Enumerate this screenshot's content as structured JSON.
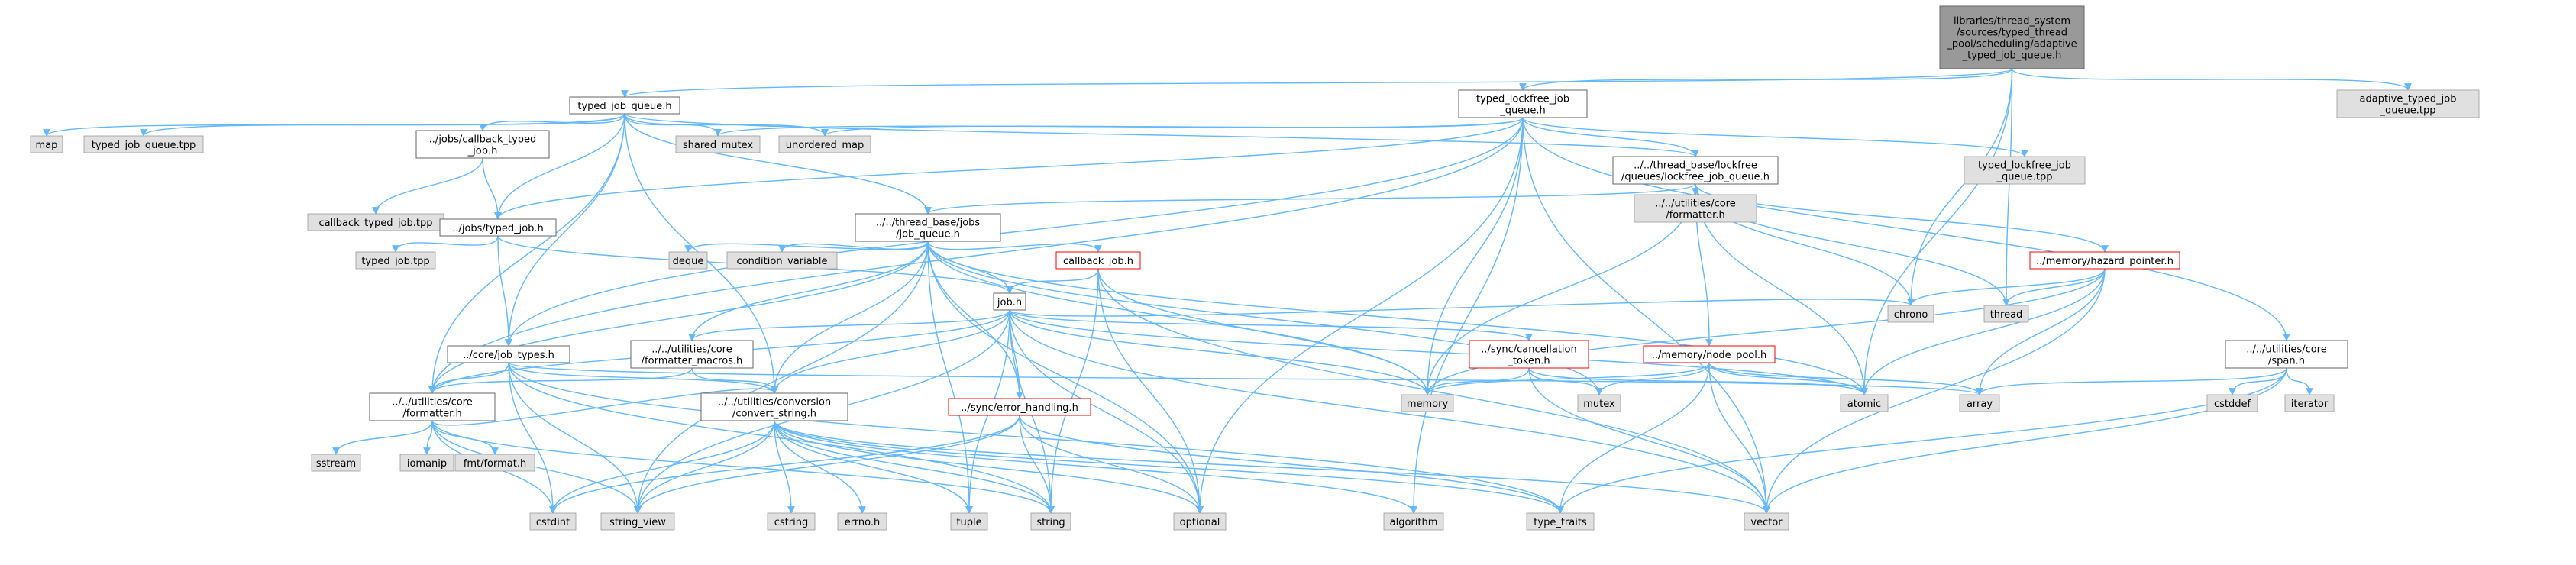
{
  "colors": {
    "root_fill": "#999999",
    "root_stroke": "#666666",
    "local_fill": "#ffffff",
    "local_stroke": "#666666",
    "external_fill": "#e0e0e0",
    "external_stroke": "#999999",
    "highlight_stroke": "#ff0000",
    "edge": "#63b8ff"
  },
  "nodes": {
    "root": {
      "kind": "root",
      "lines": [
        "libraries/thread_system",
        "/sources/typed_thread",
        "_pool/scheduling/adaptive",
        "_typed_job_queue.h"
      ]
    },
    "typed_job_queue_h": {
      "kind": "local",
      "lines": [
        "typed_job_queue.h"
      ]
    },
    "typed_lockfree_job_queue_h": {
      "kind": "local",
      "lines": [
        "typed_lockfree_job",
        "_queue.h"
      ]
    },
    "adaptive_tpp": {
      "kind": "external",
      "lines": [
        "adaptive_typed_job",
        "_queue.tpp"
      ]
    },
    "map": {
      "kind": "external",
      "lines": [
        "map"
      ]
    },
    "typed_job_queue_tpp": {
      "kind": "external",
      "lines": [
        "typed_job_queue.tpp"
      ]
    },
    "callback_typed_job_h": {
      "kind": "local",
      "lines": [
        "../jobs/callback_typed",
        "_job.h"
      ]
    },
    "shared_mutex": {
      "kind": "external",
      "lines": [
        "shared_mutex"
      ]
    },
    "unordered_map": {
      "kind": "external",
      "lines": [
        "unordered_map"
      ]
    },
    "lockfree_job_queue_h": {
      "kind": "local",
      "lines": [
        "../../thread_base/lockfree",
        "/queues/lockfree_job_queue.h"
      ]
    },
    "typed_lockfree_tpp": {
      "kind": "external",
      "lines": [
        "typed_lockfree_job",
        "_queue.tpp"
      ]
    },
    "callback_typed_job_tpp": {
      "kind": "external",
      "lines": [
        "callback_typed_job.tpp"
      ]
    },
    "typed_job_h": {
      "kind": "local",
      "lines": [
        "../jobs/typed_job.h"
      ]
    },
    "job_queue_h": {
      "kind": "local",
      "lines": [
        "../../thread_base/jobs",
        "/job_queue.h"
      ]
    },
    "utilities_core_formatter_ext": {
      "kind": "external",
      "lines": [
        "../../utilities/core",
        "/formatter.h"
      ]
    },
    "typed_job_tpp": {
      "kind": "external",
      "lines": [
        "typed_job.tpp"
      ]
    },
    "deque": {
      "kind": "external",
      "lines": [
        "deque"
      ]
    },
    "condition_variable": {
      "kind": "external",
      "lines": [
        "condition_variable"
      ]
    },
    "callback_job_h": {
      "kind": "highlight",
      "lines": [
        "callback_job.h"
      ]
    },
    "hazard_pointer_h": {
      "kind": "highlight",
      "lines": [
        "../memory/hazard_pointer.h"
      ]
    },
    "job_h": {
      "kind": "local",
      "lines": [
        "job.h"
      ]
    },
    "chrono": {
      "kind": "external",
      "lines": [
        "chrono"
      ]
    },
    "thread": {
      "kind": "external",
      "lines": [
        "thread"
      ]
    },
    "job_types_h": {
      "kind": "local",
      "lines": [
        "../core/job_types.h"
      ]
    },
    "formatter_macros_h": {
      "kind": "local",
      "lines": [
        "../../utilities/core",
        "/formatter_macros.h"
      ]
    },
    "cancellation_token_h": {
      "kind": "highlight",
      "lines": [
        "../sync/cancellation",
        "_token.h"
      ]
    },
    "node_pool_h": {
      "kind": "highlight",
      "lines": [
        "../memory/node_pool.h"
      ]
    },
    "span_h": {
      "kind": "local",
      "lines": [
        "../../utilities/core",
        "/span.h"
      ]
    },
    "memory": {
      "kind": "external",
      "lines": [
        "memory"
      ]
    },
    "mutex": {
      "kind": "external",
      "lines": [
        "mutex"
      ]
    },
    "atomic": {
      "kind": "external",
      "lines": [
        "atomic"
      ]
    },
    "array": {
      "kind": "external",
      "lines": [
        "array"
      ]
    },
    "cstddef": {
      "kind": "external",
      "lines": [
        "cstddef"
      ]
    },
    "iterator": {
      "kind": "external",
      "lines": [
        "iterator"
      ]
    },
    "formatter_h": {
      "kind": "local",
      "lines": [
        "../../utilities/core",
        "/formatter.h"
      ]
    },
    "convert_string_h": {
      "kind": "local",
      "lines": [
        "../../utilities/conversion",
        "/convert_string.h"
      ]
    },
    "error_handling_h": {
      "kind": "highlight",
      "lines": [
        "../sync/error_handling.h"
      ]
    },
    "sstream": {
      "kind": "external",
      "lines": [
        "sstream"
      ]
    },
    "iomanip": {
      "kind": "external",
      "lines": [
        "iomanip"
      ]
    },
    "fmt_format_h": {
      "kind": "external",
      "lines": [
        "fmt/format.h"
      ]
    },
    "cstdint": {
      "kind": "external",
      "lines": [
        "cstdint"
      ]
    },
    "string_view": {
      "kind": "external",
      "lines": [
        "string_view"
      ]
    },
    "cstring": {
      "kind": "external",
      "lines": [
        "cstring"
      ]
    },
    "errno_h": {
      "kind": "external",
      "lines": [
        "errno.h"
      ]
    },
    "tuple": {
      "kind": "external",
      "lines": [
        "tuple"
      ]
    },
    "string": {
      "kind": "external",
      "lines": [
        "string"
      ]
    },
    "optional": {
      "kind": "external",
      "lines": [
        "optional"
      ]
    },
    "algorithm": {
      "kind": "external",
      "lines": [
        "algorithm"
      ]
    },
    "type_traits": {
      "kind": "external",
      "lines": [
        "type_traits"
      ]
    },
    "vector": {
      "kind": "external",
      "lines": [
        "vector"
      ]
    }
  },
  "edges": [
    [
      "root",
      "typed_job_queue_h"
    ],
    [
      "root",
      "typed_lockfree_job_queue_h"
    ],
    [
      "root",
      "adaptive_tpp"
    ],
    [
      "root",
      "chrono"
    ],
    [
      "root",
      "thread"
    ],
    [
      "root",
      "atomic"
    ],
    [
      "typed_job_queue_h",
      "map"
    ],
    [
      "typed_job_queue_h",
      "typed_job_queue_tpp"
    ],
    [
      "typed_job_queue_h",
      "callback_typed_job_h"
    ],
    [
      "typed_job_queue_h",
      "shared_mutex"
    ],
    [
      "typed_job_queue_h",
      "unordered_map"
    ],
    [
      "typed_job_queue_h",
      "lockfree_job_queue_h"
    ],
    [
      "typed_job_queue_h",
      "typed_job_h"
    ],
    [
      "typed_job_queue_h",
      "job_queue_h"
    ],
    [
      "typed_job_queue_h",
      "job_types_h"
    ],
    [
      "typed_job_queue_h",
      "formatter_h"
    ],
    [
      "typed_job_queue_h",
      "convert_string_h"
    ],
    [
      "typed_lockfree_job_queue_h",
      "shared_mutex"
    ],
    [
      "typed_lockfree_job_queue_h",
      "unordered_map"
    ],
    [
      "typed_lockfree_job_queue_h",
      "lockfree_job_queue_h"
    ],
    [
      "typed_lockfree_job_queue_h",
      "typed_lockfree_tpp"
    ],
    [
      "typed_lockfree_job_queue_h",
      "typed_job_h"
    ],
    [
      "typed_lockfree_job_queue_h",
      "job_types_h"
    ],
    [
      "typed_lockfree_job_queue_h",
      "formatter_h"
    ],
    [
      "typed_lockfree_job_queue_h",
      "span_h"
    ],
    [
      "typed_lockfree_job_queue_h",
      "memory"
    ],
    [
      "typed_lockfree_job_queue_h",
      "optional"
    ],
    [
      "typed_lockfree_job_queue_h",
      "algorithm"
    ],
    [
      "typed_lockfree_job_queue_h",
      "vector"
    ],
    [
      "callback_typed_job_h",
      "callback_typed_job_tpp"
    ],
    [
      "callback_typed_job_h",
      "typed_job_h"
    ],
    [
      "lockfree_job_queue_h",
      "job_queue_h"
    ],
    [
      "lockfree_job_queue_h",
      "utilities_core_formatter_ext"
    ],
    [
      "lockfree_job_queue_h",
      "hazard_pointer_h"
    ],
    [
      "lockfree_job_queue_h",
      "node_pool_h"
    ],
    [
      "lockfree_job_queue_h",
      "chrono"
    ],
    [
      "lockfree_job_queue_h",
      "thread"
    ],
    [
      "lockfree_job_queue_h",
      "memory"
    ],
    [
      "lockfree_job_queue_h",
      "atomic"
    ],
    [
      "typed_job_h",
      "typed_job_tpp"
    ],
    [
      "typed_job_h",
      "job_h"
    ],
    [
      "typed_job_h",
      "job_types_h"
    ],
    [
      "job_queue_h",
      "deque"
    ],
    [
      "job_queue_h",
      "condition_variable"
    ],
    [
      "job_queue_h",
      "callback_job_h"
    ],
    [
      "job_queue_h",
      "job_h"
    ],
    [
      "job_queue_h",
      "formatter_macros_h"
    ],
    [
      "job_queue_h",
      "formatter_h"
    ],
    [
      "job_queue_h",
      "convert_string_h"
    ],
    [
      "job_queue_h",
      "error_handling_h"
    ],
    [
      "job_queue_h",
      "memory"
    ],
    [
      "job_queue_h",
      "mutex"
    ],
    [
      "job_queue_h",
      "atomic"
    ],
    [
      "job_queue_h",
      "optional"
    ],
    [
      "job_queue_h",
      "string_view"
    ],
    [
      "job_queue_h",
      "tuple"
    ],
    [
      "callback_job_h",
      "job_h"
    ],
    [
      "callback_job_h",
      "memory"
    ],
    [
      "callback_job_h",
      "optional"
    ],
    [
      "callback_job_h",
      "string"
    ],
    [
      "callback_job_h",
      "vector"
    ],
    [
      "hazard_pointer_h",
      "chrono"
    ],
    [
      "hazard_pointer_h",
      "thread"
    ],
    [
      "hazard_pointer_h",
      "memory"
    ],
    [
      "hazard_pointer_h",
      "atomic"
    ],
    [
      "hazard_pointer_h",
      "array"
    ],
    [
      "hazard_pointer_h",
      "vector"
    ],
    [
      "job_h",
      "chrono"
    ],
    [
      "job_h",
      "formatter_macros_h"
    ],
    [
      "job_h",
      "cancellation_token_h"
    ],
    [
      "job_h",
      "formatter_h"
    ],
    [
      "job_h",
      "convert_string_h"
    ],
    [
      "job_h",
      "error_handling_h"
    ],
    [
      "job_h",
      "memory"
    ],
    [
      "job_h",
      "atomic"
    ],
    [
      "job_h",
      "string_view"
    ],
    [
      "job_h",
      "tuple"
    ],
    [
      "job_h",
      "string"
    ],
    [
      "job_h",
      "optional"
    ],
    [
      "job_h",
      "vector"
    ],
    [
      "job_types_h",
      "formatter_h"
    ],
    [
      "job_types_h",
      "convert_string_h"
    ],
    [
      "job_types_h",
      "array"
    ],
    [
      "job_types_h",
      "cstdint"
    ],
    [
      "job_types_h",
      "string_view"
    ],
    [
      "job_types_h",
      "string"
    ],
    [
      "job_types_h",
      "type_traits"
    ],
    [
      "formatter_macros_h",
      "formatter_h"
    ],
    [
      "formatter_macros_h",
      "convert_string_h"
    ],
    [
      "cancellation_token_h",
      "memory"
    ],
    [
      "cancellation_token_h",
      "mutex"
    ],
    [
      "cancellation_token_h",
      "atomic"
    ],
    [
      "cancellation_token_h",
      "vector"
    ],
    [
      "node_pool_h",
      "memory"
    ],
    [
      "node_pool_h",
      "mutex"
    ],
    [
      "node_pool_h",
      "atomic"
    ],
    [
      "node_pool_h",
      "array"
    ],
    [
      "node_pool_h",
      "vector"
    ],
    [
      "node_pool_h",
      "type_traits"
    ],
    [
      "span_h",
      "array"
    ],
    [
      "span_h",
      "cstddef"
    ],
    [
      "span_h",
      "iterator"
    ],
    [
      "span_h",
      "type_traits"
    ],
    [
      "span_h",
      "vector"
    ],
    [
      "formatter_h",
      "sstream"
    ],
    [
      "formatter_h",
      "iomanip"
    ],
    [
      "formatter_h",
      "fmt_format_h"
    ],
    [
      "formatter_h",
      "cstdint"
    ],
    [
      "formatter_h",
      "string_view"
    ],
    [
      "formatter_h",
      "string"
    ],
    [
      "formatter_h",
      "convert_string_h"
    ],
    [
      "convert_string_h",
      "cstdint"
    ],
    [
      "convert_string_h",
      "string_view"
    ],
    [
      "convert_string_h",
      "cstring"
    ],
    [
      "convert_string_h",
      "errno_h"
    ],
    [
      "convert_string_h",
      "tuple"
    ],
    [
      "convert_string_h",
      "string"
    ],
    [
      "convert_string_h",
      "optional"
    ],
    [
      "convert_string_h",
      "algorithm"
    ],
    [
      "convert_string_h",
      "type_traits"
    ],
    [
      "convert_string_h",
      "vector"
    ],
    [
      "error_handling_h",
      "string_view"
    ],
    [
      "error_handling_h",
      "string"
    ],
    [
      "error_handling_h",
      "optional"
    ],
    [
      "error_handling_h",
      "type_traits"
    ],
    [
      "error_handling_h",
      "cstdint"
    ]
  ]
}
